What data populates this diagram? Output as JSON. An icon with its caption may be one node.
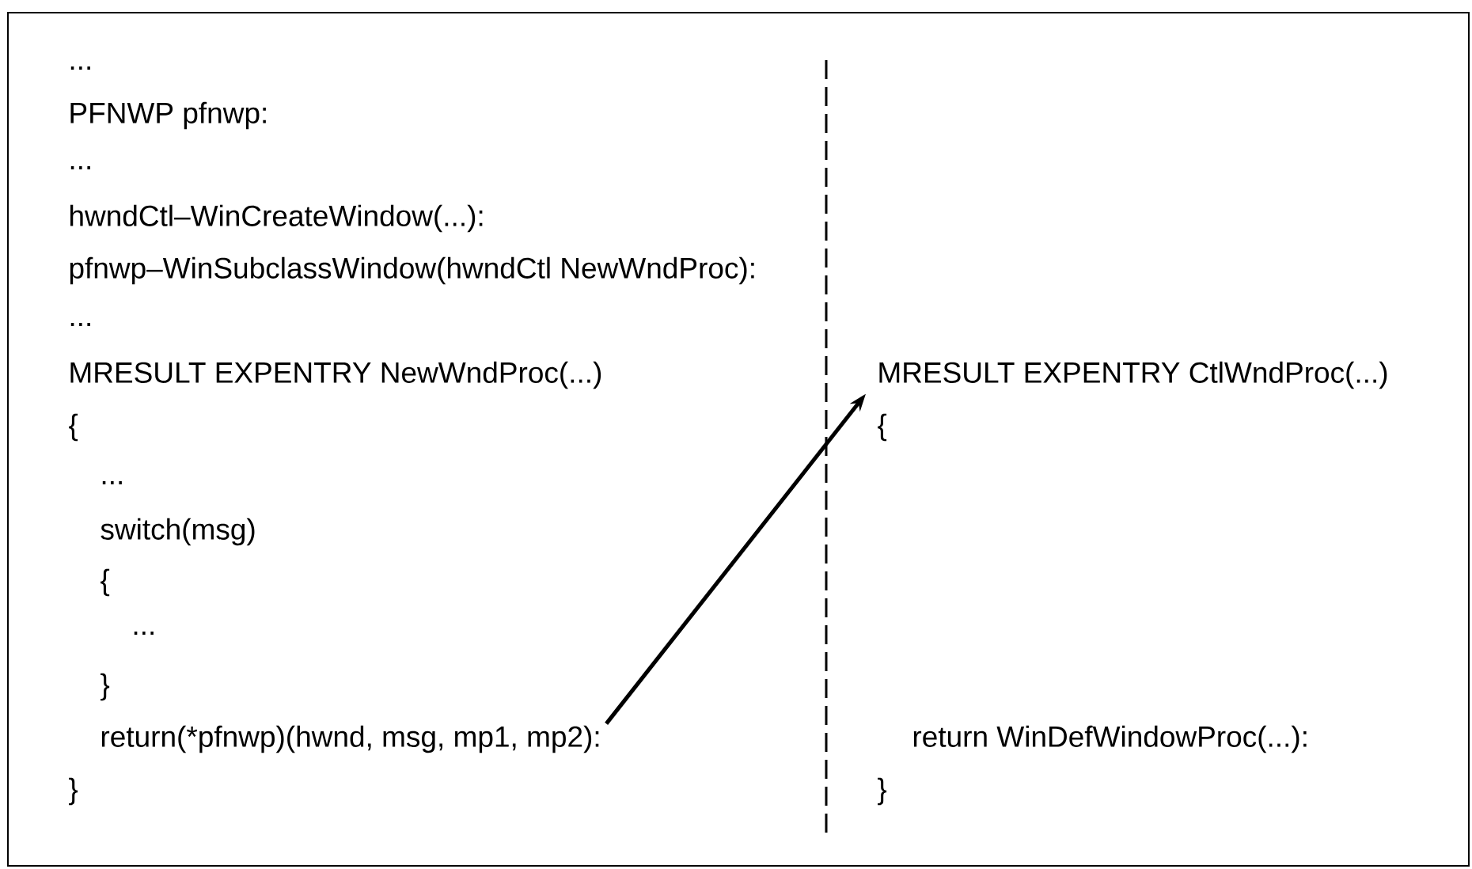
{
  "diagram": {
    "nodes": [
      {
        "text": [
          "return(*pfnwp)(hwnd, msg, mp1, mp2):"
        ]
      },
      {
        "text": [
          "MRESULT EXPENTRY CtlWndProc(...)"
        ]
      }
    ],
    "edges": [
      {
        "from": 0,
        "to": 1,
        "arrow": "to"
      }
    ],
    "labels": [
      "...",
      "PFNWP pfnwp:",
      "...",
      "hwndCtl–WinCreateWindow(...):",
      "pfnwp–WinSubclassWindow(hwndCtl NewWndProc):",
      "...",
      "MRESULT EXPENTRY NewWndProc(...)",
      "{",
      "...",
      "switch(msg)",
      "{",
      "...",
      "}",
      "}",
      "{",
      "return WinDefWindowProc(...):",
      "}"
    ]
  }
}
